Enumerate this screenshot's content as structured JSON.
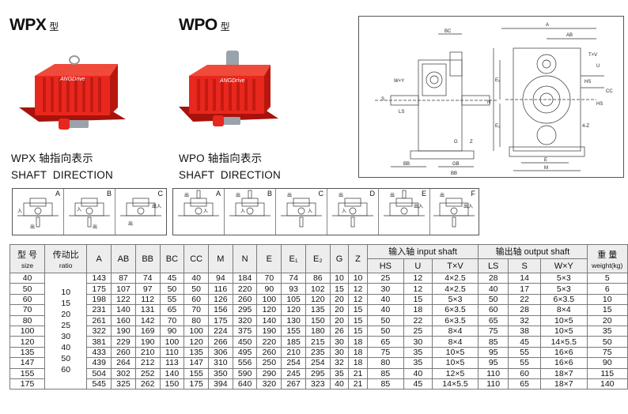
{
  "models": [
    {
      "title": "WPX",
      "suffix": "型",
      "caption_cn": "WPX 轴指向表示",
      "caption_en": "SHAFT  DIRECTION",
      "brand": "ANGDrive"
    },
    {
      "title": "WPO",
      "suffix": "型",
      "caption_cn": "WPO 轴指向表示",
      "caption_en": "SHAFT  DIRECTION",
      "brand": "ANGDrive"
    }
  ],
  "colors": {
    "gearbox_red": "#e8271e",
    "gearbox_dark": "#a8120c",
    "shaft_steel": "#9aa3ab",
    "header_bg": "#ededed"
  },
  "dimension_drawing": {
    "labels": [
      "BC",
      "A",
      "AB",
      "T×V",
      "U",
      "W×Y",
      "S",
      "LS",
      "E₁",
      "E₂",
      "N",
      "CC",
      "HS",
      "G",
      "Z",
      "4-Z",
      "E",
      "M",
      "BB",
      "GB",
      "BB",
      "HS"
    ]
  },
  "directions": {
    "wpx": [
      {
        "letter": "A",
        "tags": [
          "入",
          "出"
        ]
      },
      {
        "letter": "B",
        "tags": [
          "入",
          "出"
        ]
      },
      {
        "letter": "C",
        "tags": [
          "出入",
          "出"
        ]
      }
    ],
    "wpo": [
      {
        "letter": "A",
        "tags": [
          "出",
          "入"
        ]
      },
      {
        "letter": "B",
        "tags": [
          "出",
          "入"
        ]
      },
      {
        "letter": "C",
        "tags": [
          "出",
          "入"
        ]
      },
      {
        "letter": "D",
        "tags": [
          "出",
          "入"
        ]
      },
      {
        "letter": "E",
        "tags": [
          "出",
          "出入"
        ]
      },
      {
        "letter": "F",
        "tags": [
          "出",
          "出入"
        ]
      }
    ]
  },
  "table": {
    "header": {
      "size_cn": "型 号",
      "size_en": "size",
      "ratio_cn": "传动比",
      "ratio_en": "ratio",
      "cols": [
        "A",
        "AB",
        "BB",
        "BC",
        "CC",
        "M",
        "N",
        "E",
        "E₁",
        "E₂",
        "G",
        "Z"
      ],
      "input_group": "输入轴 input  shaft",
      "input_cols": [
        "HS",
        "U",
        "T×V"
      ],
      "output_group": "输出轴 output shaft",
      "output_cols": [
        "LS",
        "S",
        "W×Y"
      ],
      "weight_cn": "重 量",
      "weight_en": "weight(kg)"
    },
    "ratios": [
      "10",
      "15",
      "20",
      "25",
      "30",
      "40",
      "50",
      "60"
    ],
    "rows": [
      [
        "40",
        "143",
        "87",
        "74",
        "45",
        "40",
        "94",
        "184",
        "70",
        "74",
        "86",
        "10",
        "10",
        "25",
        "12",
        "4×2.5",
        "28",
        "14",
        "5×3",
        "5"
      ],
      [
        "50",
        "175",
        "107",
        "97",
        "50",
        "50",
        "116",
        "220",
        "90",
        "93",
        "102",
        "15",
        "12",
        "30",
        "12",
        "4×2.5",
        "40",
        "17",
        "5×3",
        "6"
      ],
      [
        "60",
        "198",
        "122",
        "112",
        "55",
        "60",
        "126",
        "260",
        "100",
        "105",
        "120",
        "20",
        "12",
        "40",
        "15",
        "5×3",
        "50",
        "22",
        "6×3.5",
        "10"
      ],
      [
        "70",
        "231",
        "140",
        "131",
        "65",
        "70",
        "156",
        "295",
        "120",
        "120",
        "135",
        "20",
        "15",
        "40",
        "18",
        "6×3.5",
        "60",
        "28",
        "8×4",
        "15"
      ],
      [
        "80",
        "261",
        "160",
        "142",
        "70",
        "80",
        "175",
        "320",
        "140",
        "130",
        "150",
        "20",
        "15",
        "50",
        "22",
        "6×3.5",
        "65",
        "32",
        "10×5",
        "20"
      ],
      [
        "100",
        "322",
        "190",
        "169",
        "90",
        "100",
        "224",
        "375",
        "190",
        "155",
        "180",
        "26",
        "15",
        "50",
        "25",
        "8×4",
        "75",
        "38",
        "10×5",
        "35"
      ],
      [
        "120",
        "381",
        "229",
        "190",
        "100",
        "120",
        "266",
        "450",
        "220",
        "185",
        "215",
        "30",
        "18",
        "65",
        "30",
        "8×4",
        "85",
        "45",
        "14×5.5",
        "50"
      ],
      [
        "135",
        "433",
        "260",
        "210",
        "110",
        "135",
        "306",
        "495",
        "260",
        "210",
        "235",
        "30",
        "18",
        "75",
        "35",
        "10×5",
        "95",
        "55",
        "16×6",
        "75"
      ],
      [
        "147",
        "439",
        "264",
        "212",
        "113",
        "147",
        "310",
        "556",
        "250",
        "254",
        "254",
        "32",
        "18",
        "80",
        "35",
        "10×5",
        "95",
        "55",
        "16×6",
        "90"
      ],
      [
        "155",
        "504",
        "302",
        "252",
        "140",
        "155",
        "350",
        "590",
        "290",
        "245",
        "295",
        "35",
        "21",
        "85",
        "40",
        "12×5",
        "110",
        "60",
        "18×7",
        "115"
      ],
      [
        "175",
        "545",
        "325",
        "262",
        "150",
        "175",
        "394",
        "640",
        "320",
        "267",
        "323",
        "40",
        "21",
        "85",
        "45",
        "14×5.5",
        "110",
        "65",
        "18×7",
        "140"
      ]
    ]
  }
}
